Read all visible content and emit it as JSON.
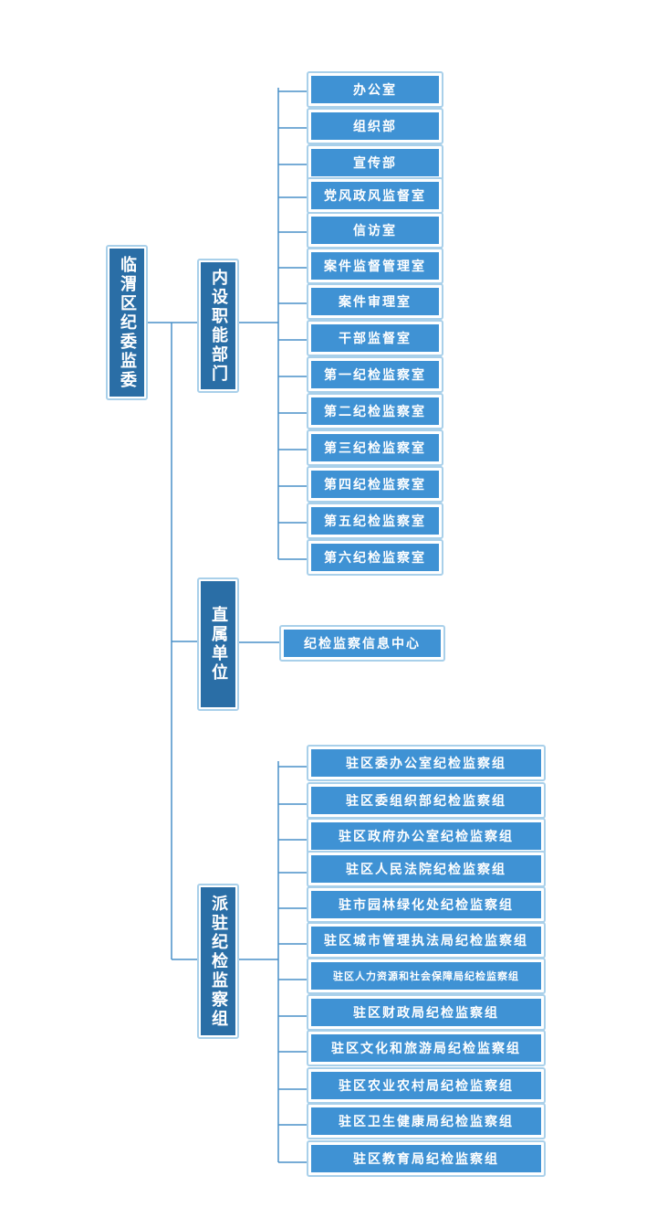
{
  "root": {
    "label": "临渭区纪委监委"
  },
  "branches": [
    {
      "label": "内设职能部门",
      "items": [
        "办公室",
        "组织部",
        "宣传部",
        "党风政风监督室",
        "信访室",
        "案件监督管理室",
        "案件审理室",
        "干部监督室",
        "第一纪检监察室",
        "第二纪检监察室",
        "第三纪检监察室",
        "第四纪检监察室",
        "第五纪检监察室",
        "第六纪检监察室"
      ]
    },
    {
      "label": "直属单位",
      "items": [
        "纪检监察信息中心"
      ]
    },
    {
      "label": "派驻纪检监察组",
      "items": [
        "驻区委办公室纪检监察组",
        "驻区委组织部纪检监察组",
        "驻区政府办公室纪检监察组",
        "驻区人民法院纪检监察组",
        "驻市园林绿化处纪检监察组",
        "驻区城市管理执法局纪检监察组",
        "驻区人力资源和社会保障局纪检监察组",
        "驻区财政局纪检监察组",
        "驻区文化和旅游局纪检监察组",
        "驻区农业农村局纪检监察组",
        "驻区卫生健康局纪检监察组",
        "驻区教育局纪检监察组"
      ]
    }
  ],
  "colors": {
    "box_fill": "#3f92d4",
    "node_fill": "#2a6ea6",
    "border": "#a9d0ea",
    "connector": "#4a90c8",
    "text": "#ffffff"
  }
}
